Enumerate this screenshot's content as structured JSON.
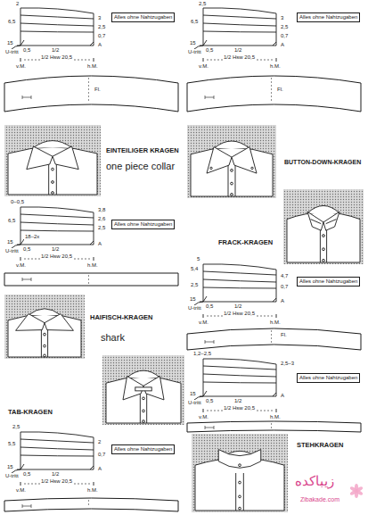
{
  "diagram": {
    "nodes": [
      {
        "text": [
          "Alles ohne Nahtzugaben"
        ]
      },
      {
        "text": [
          "Alles ohne Nahtzugaben"
        ]
      },
      {
        "text": [
          "Alles ohne Nahtzugaben"
        ]
      },
      {
        "text": [
          "Alles ohne Nahtzugaben"
        ]
      },
      {
        "text": [
          "Alles ohne Nahtzugaben"
        ]
      },
      {
        "text": [
          "Alles ohne Nahtzugaben"
        ]
      }
    ],
    "labels": [
      "2",
      "6,5",
      "3",
      "2,5",
      "0,7",
      "15",
      "U-tritt",
      "0,5",
      "1/2",
      "1/2 Hsw 20,5",
      "A",
      "v.M.",
      "h.M.",
      "Fl.",
      "EINTEILIGER KRAGEN",
      "one piece collar",
      "0–0,5",
      "6,5",
      "3,8",
      "2,6",
      "2,5",
      "18–2x",
      "15",
      "U-tritt",
      "0,5",
      "1/2",
      "1/2 Hsw 20,5",
      "A",
      "v.M.",
      "h.M.",
      "HAIFISCH-KRAGEN",
      "shark",
      "TAB-KRAGEN",
      "2,5",
      "5,5",
      "2",
      "0,7",
      "15",
      "U-tritt",
      "0,5",
      "1/2",
      "1/2 Hsw 20,5",
      "A",
      "v.M.",
      "h.M.",
      "2,5",
      "6,5",
      "3",
      "2,5",
      "0,7",
      "15",
      "U-tritt",
      "0,5",
      "1/2",
      "1/2 Hsw 20,5",
      "A",
      "v.M.",
      "h.M.",
      "Fl.",
      "BUTTON-DOWN-KRAGEN",
      "FRACK-KRAGEN",
      "5",
      "5,4",
      "2,5",
      "4,7",
      "0,7",
      "15",
      "U-tritt",
      "0,5",
      "1/2",
      "1/2 Hsw 20,5",
      "A",
      "v.M.",
      "h.M.",
      "Fl.",
      "1,2–2,5",
      "2,5–3",
      "15",
      "U-tritt",
      "0,5",
      "1/2",
      "1/2 Hsw 20,5",
      "A",
      "v.M.",
      "h.M.",
      "STEHKRAGEN",
      "زیباکده",
      "Zibakade.com"
    ]
  }
}
